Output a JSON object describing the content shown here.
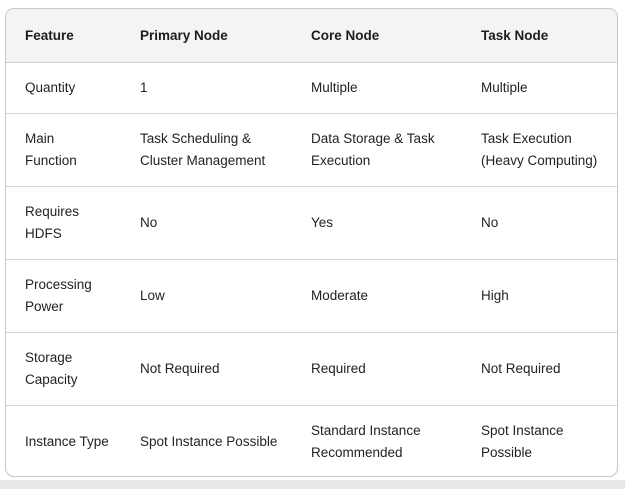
{
  "table": {
    "columns": [
      "Feature",
      "Primary Node",
      "Core Node",
      "Task Node"
    ],
    "rows": [
      [
        "Quantity",
        "1",
        "Multiple",
        "Multiple"
      ],
      [
        "Main Function",
        "Task Scheduling & Cluster Management",
        "Data Storage & Task Execution",
        "Task Execution (Heavy Computing)"
      ],
      [
        "Requires HDFS",
        "No",
        "Yes",
        "No"
      ],
      [
        "Processing Power",
        "Low",
        "Moderate",
        "High"
      ],
      [
        "Storage Capacity",
        "Not Required",
        "Required",
        "Not Required"
      ],
      [
        "Instance Type",
        "Spot Instance Possible",
        "Standard Instance Recommended",
        "Spot Instance Possible"
      ]
    ]
  },
  "colors": {
    "header_background": "#f4f4f5",
    "card_border": "#c7c7cc",
    "row_divider": "#d6d6da",
    "text": "#1d1d1f",
    "below_strip": "#e9e9eb",
    "page_background": "#ffffff"
  }
}
